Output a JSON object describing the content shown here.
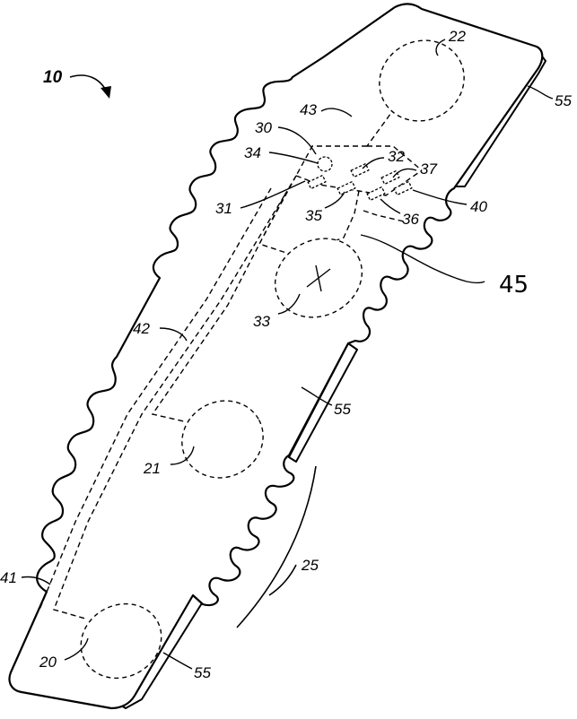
{
  "labels": {
    "device": "10",
    "pad_top": "22",
    "pad_mid": "33",
    "pad_21": "21",
    "pad_20": "20",
    "edge_top": "55",
    "edge_mid": "55",
    "edge_bot": "55",
    "n43": "43",
    "n30": "30",
    "n34": "34",
    "n32": "32",
    "n37": "37",
    "n31": "31",
    "n35": "35",
    "n36": "36",
    "n40": "40",
    "n42": "42",
    "n41": "41",
    "n25": "25",
    "n45": "45"
  }
}
